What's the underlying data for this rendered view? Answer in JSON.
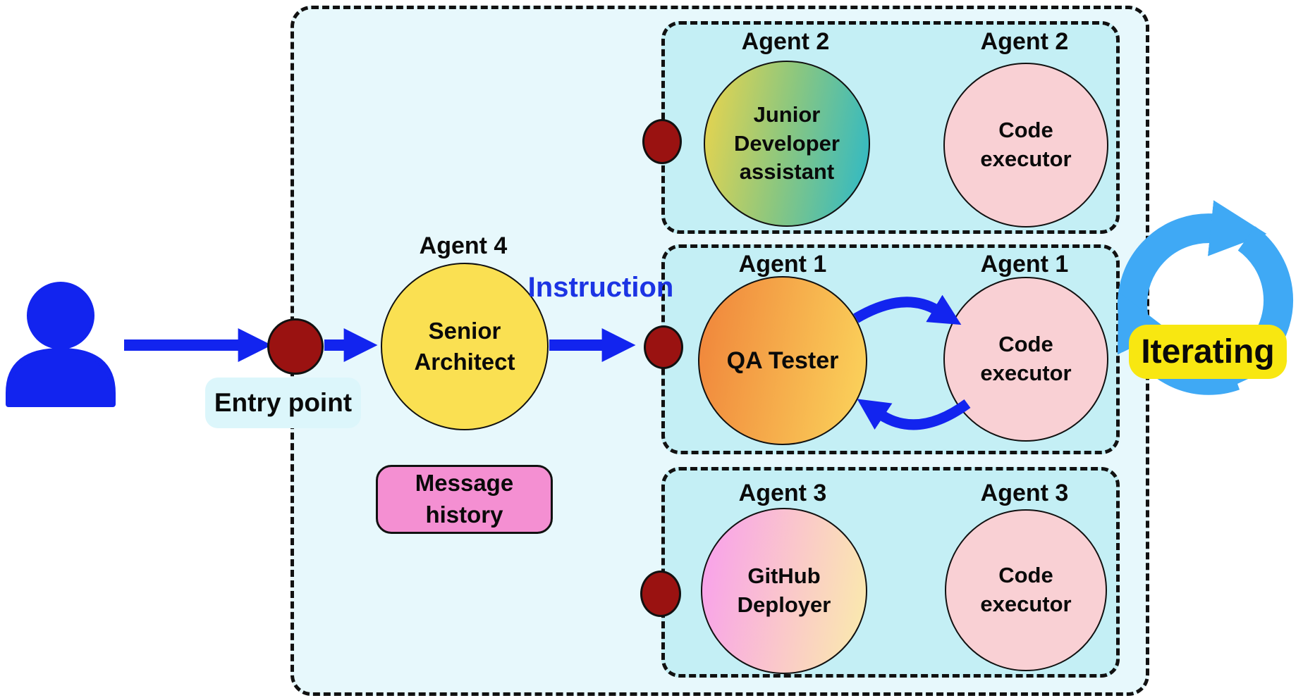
{
  "diagram": {
    "entry": {
      "entry_point_label": "Entry point",
      "instruction_label": "Instruction",
      "message_history_label": "Message\nhistory"
    },
    "orchestrator": {
      "agent_label": "Agent 4",
      "name": "Senior\nArchitect"
    },
    "groups": {
      "agent2": {
        "label": "Agent 2",
        "primary": "Junior\nDeveloper\nassistant",
        "executor": "Code\nexecutor"
      },
      "agent1": {
        "label": "Agent 1",
        "primary": "QA Tester",
        "executor": "Code\nexecutor"
      },
      "agent3": {
        "label": "Agent 3",
        "primary": "GitHub\nDeployer",
        "executor": "Code\nexecutor"
      }
    },
    "iterating": {
      "badge_label": "Iterating"
    },
    "icons": {
      "person": "user-person-icon",
      "cycle": "iterating-cycle-icon",
      "dots": "connection-dot"
    },
    "colors": {
      "arrow_blue": "#1224EF",
      "person_blue": "#1224EF",
      "instruction_text_blue": "#1C34E4",
      "dot_dark_red": "#9A1211",
      "outer_box_bg": "#E7F8FC",
      "inner_box_bg": "#C4EFF5",
      "agent4_yellow": "#FAE052",
      "executor_pink": "#F9D0D4",
      "jda_gradient_start": "#E8D44E",
      "jda_gradient_end": "#2FB9C6",
      "qa_gradient_start": "#F0853B",
      "qa_gradient_end": "#FBD35B",
      "ghd_gradient_start": "#F9A0EC",
      "ghd_gradient_end": "#FAEBAC",
      "message_history_pink": "#F48FD2",
      "entry_label_bg": "#DCF6FB",
      "iterating_badge_yellow": "#F8E711",
      "cycle_icon_blue": "#3FA9F5",
      "border_black": "#111111"
    }
  }
}
